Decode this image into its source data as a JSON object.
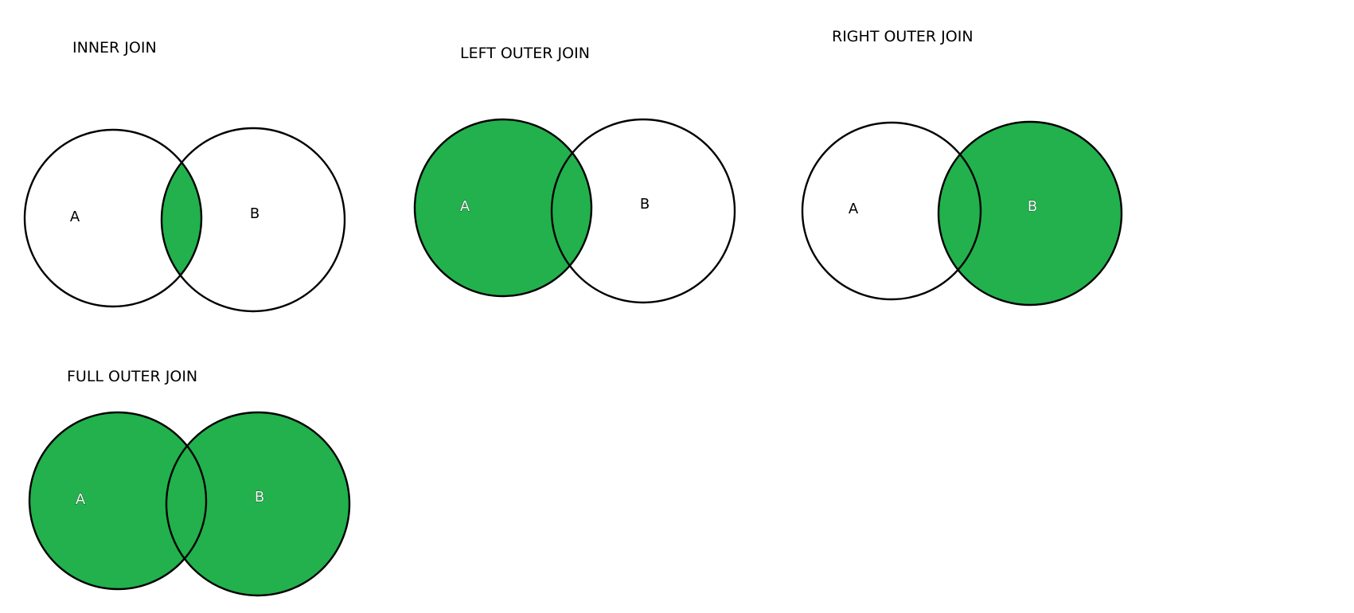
{
  "colors": {
    "fill": "#22b14c",
    "stroke": "#000000",
    "background": "#ffffff"
  },
  "diagrams": [
    {
      "id": "inner",
      "title": "INNER JOIN",
      "set_a": "A",
      "set_b": "B",
      "shaded": "intersection"
    },
    {
      "id": "left-outer",
      "title": "LEFT OUTER JOIN",
      "set_a": "A",
      "set_b": "B",
      "shaded": "a"
    },
    {
      "id": "right-outer",
      "title": "RIGHT OUTER JOIN",
      "set_a": "A",
      "set_b": "B",
      "shaded": "b"
    },
    {
      "id": "full-outer",
      "title": "FULL OUTER JOIN",
      "set_a": "A",
      "set_b": "B",
      "shaded": "union"
    }
  ]
}
